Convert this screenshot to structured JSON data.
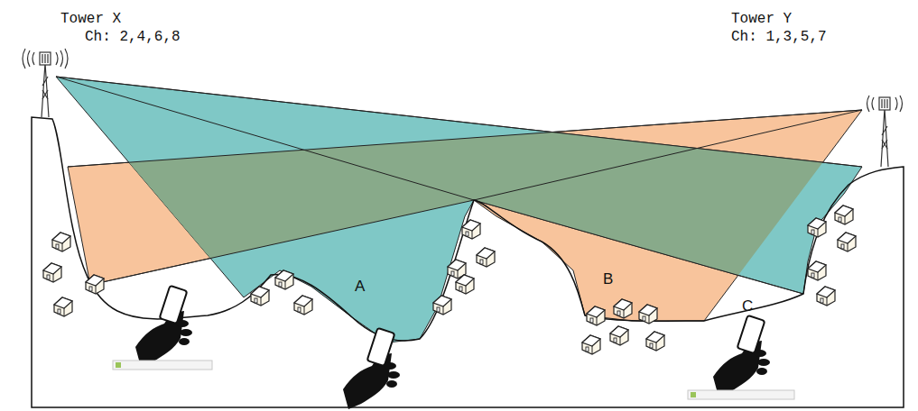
{
  "diagram": {
    "labels": [
      "Tower X",
      "Ch: 2,4,6,8",
      "Tower Y",
      "Ch: 1,3,5,7",
      "A",
      "B",
      "C"
    ]
  }
}
